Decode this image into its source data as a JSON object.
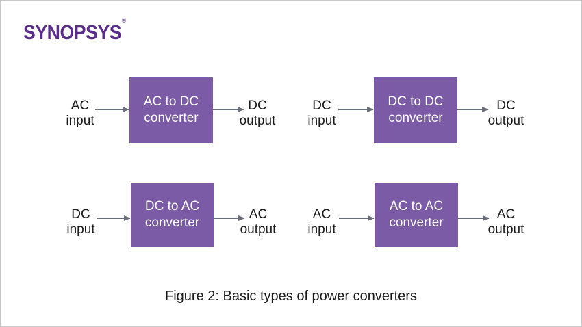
{
  "brand": {
    "logo_text": "SYNOPSYS",
    "registered_mark": "®"
  },
  "diagrams": [
    {
      "input": [
        "AC",
        "input"
      ],
      "block": [
        "AC to DC",
        "converter"
      ],
      "output": [
        "DC",
        "output"
      ]
    },
    {
      "input": [
        "DC",
        "input"
      ],
      "block": [
        "DC to DC",
        "converter"
      ],
      "output": [
        "DC",
        "output"
      ]
    },
    {
      "input": [
        "DC",
        "input"
      ],
      "block": [
        "DC to AC",
        "converter"
      ],
      "output": [
        "AC",
        "output"
      ]
    },
    {
      "input": [
        "AC",
        "input"
      ],
      "block": [
        "AC to AC",
        "converter"
      ],
      "output": [
        "AC",
        "output"
      ]
    }
  ],
  "caption": "Figure 2:  Basic types of power converters",
  "colors": {
    "block_fill": "#7b5aa6",
    "logo": "#5a2d8c",
    "arrow": "#6b6f7a"
  }
}
